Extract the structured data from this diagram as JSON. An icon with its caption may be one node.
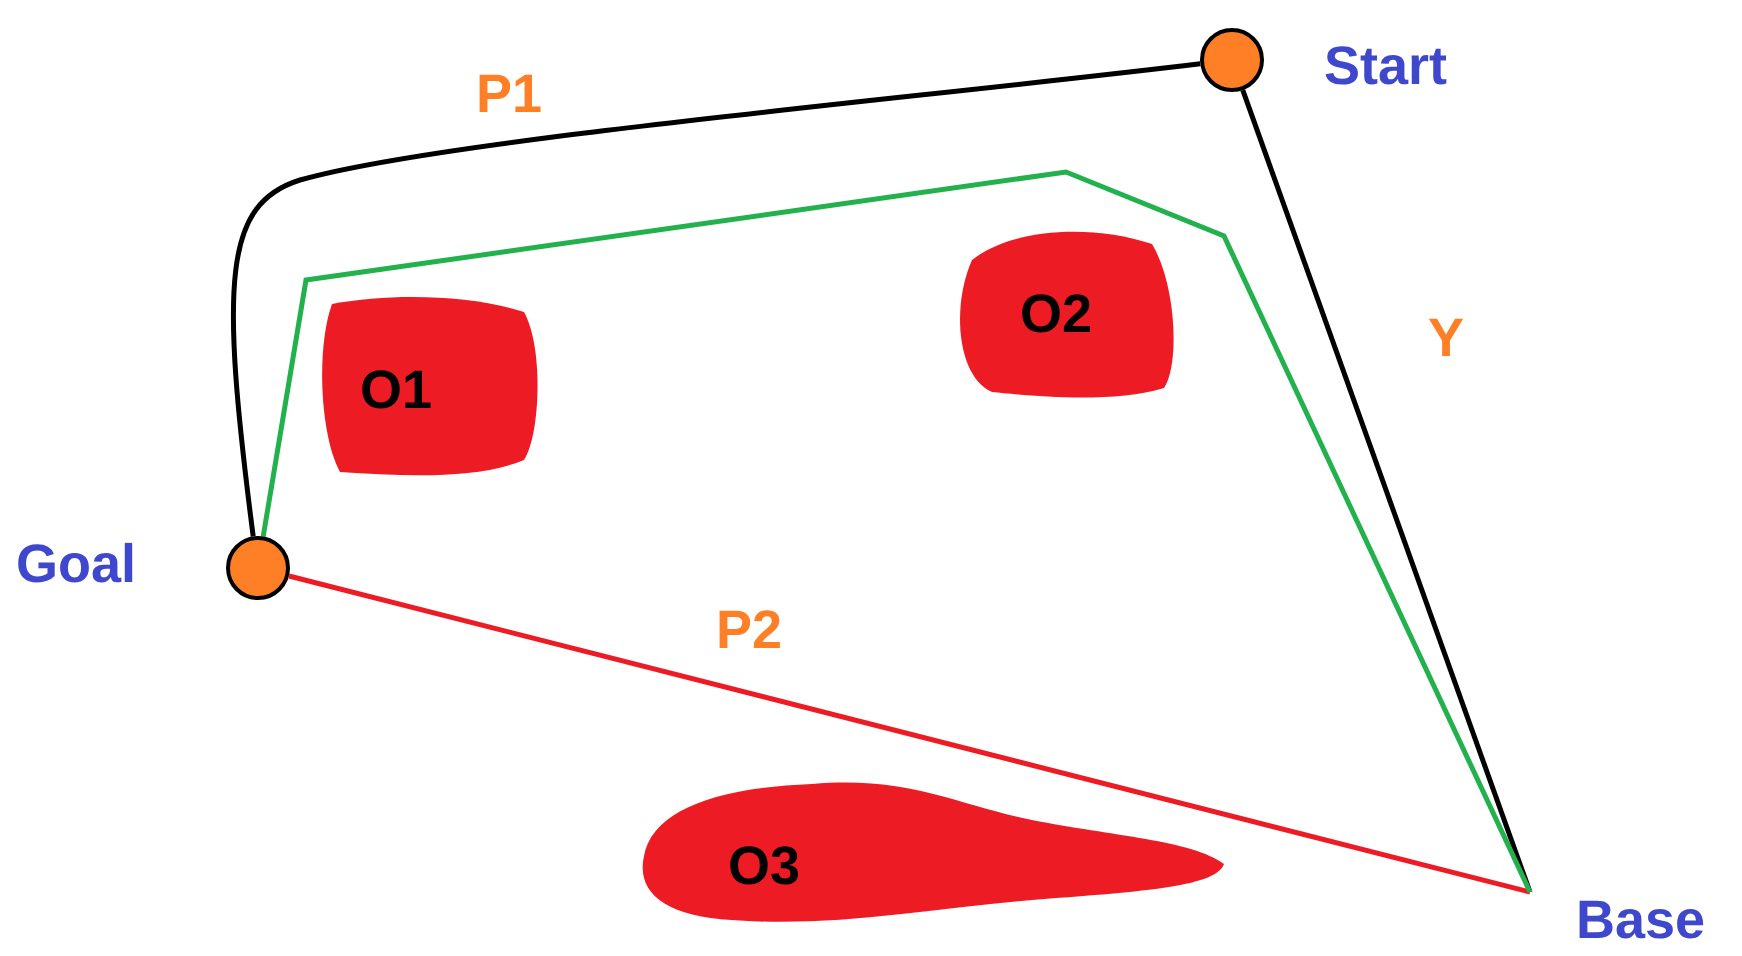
{
  "diagram": {
    "nodes": [
      {
        "text": [
          "Start"
        ]
      },
      {
        "text": [
          "Goal"
        ]
      },
      {
        "text": [
          "Base"
        ]
      },
      {
        "text": [
          "O1"
        ]
      },
      {
        "text": [
          "O2"
        ]
      },
      {
        "text": [
          "O3"
        ]
      }
    ],
    "edges": [
      {
        "from": 0,
        "to": 1,
        "arrow": "none",
        "label": "P1"
      },
      {
        "from": 0,
        "to": 2,
        "arrow": "none",
        "label": "Y"
      },
      {
        "from": 1,
        "to": 2,
        "arrow": "none",
        "label": "P2",
        "color": "#ed1c24"
      },
      {
        "from": 1,
        "to": 2,
        "arrow": "none",
        "color": "#22b14c"
      }
    ]
  }
}
